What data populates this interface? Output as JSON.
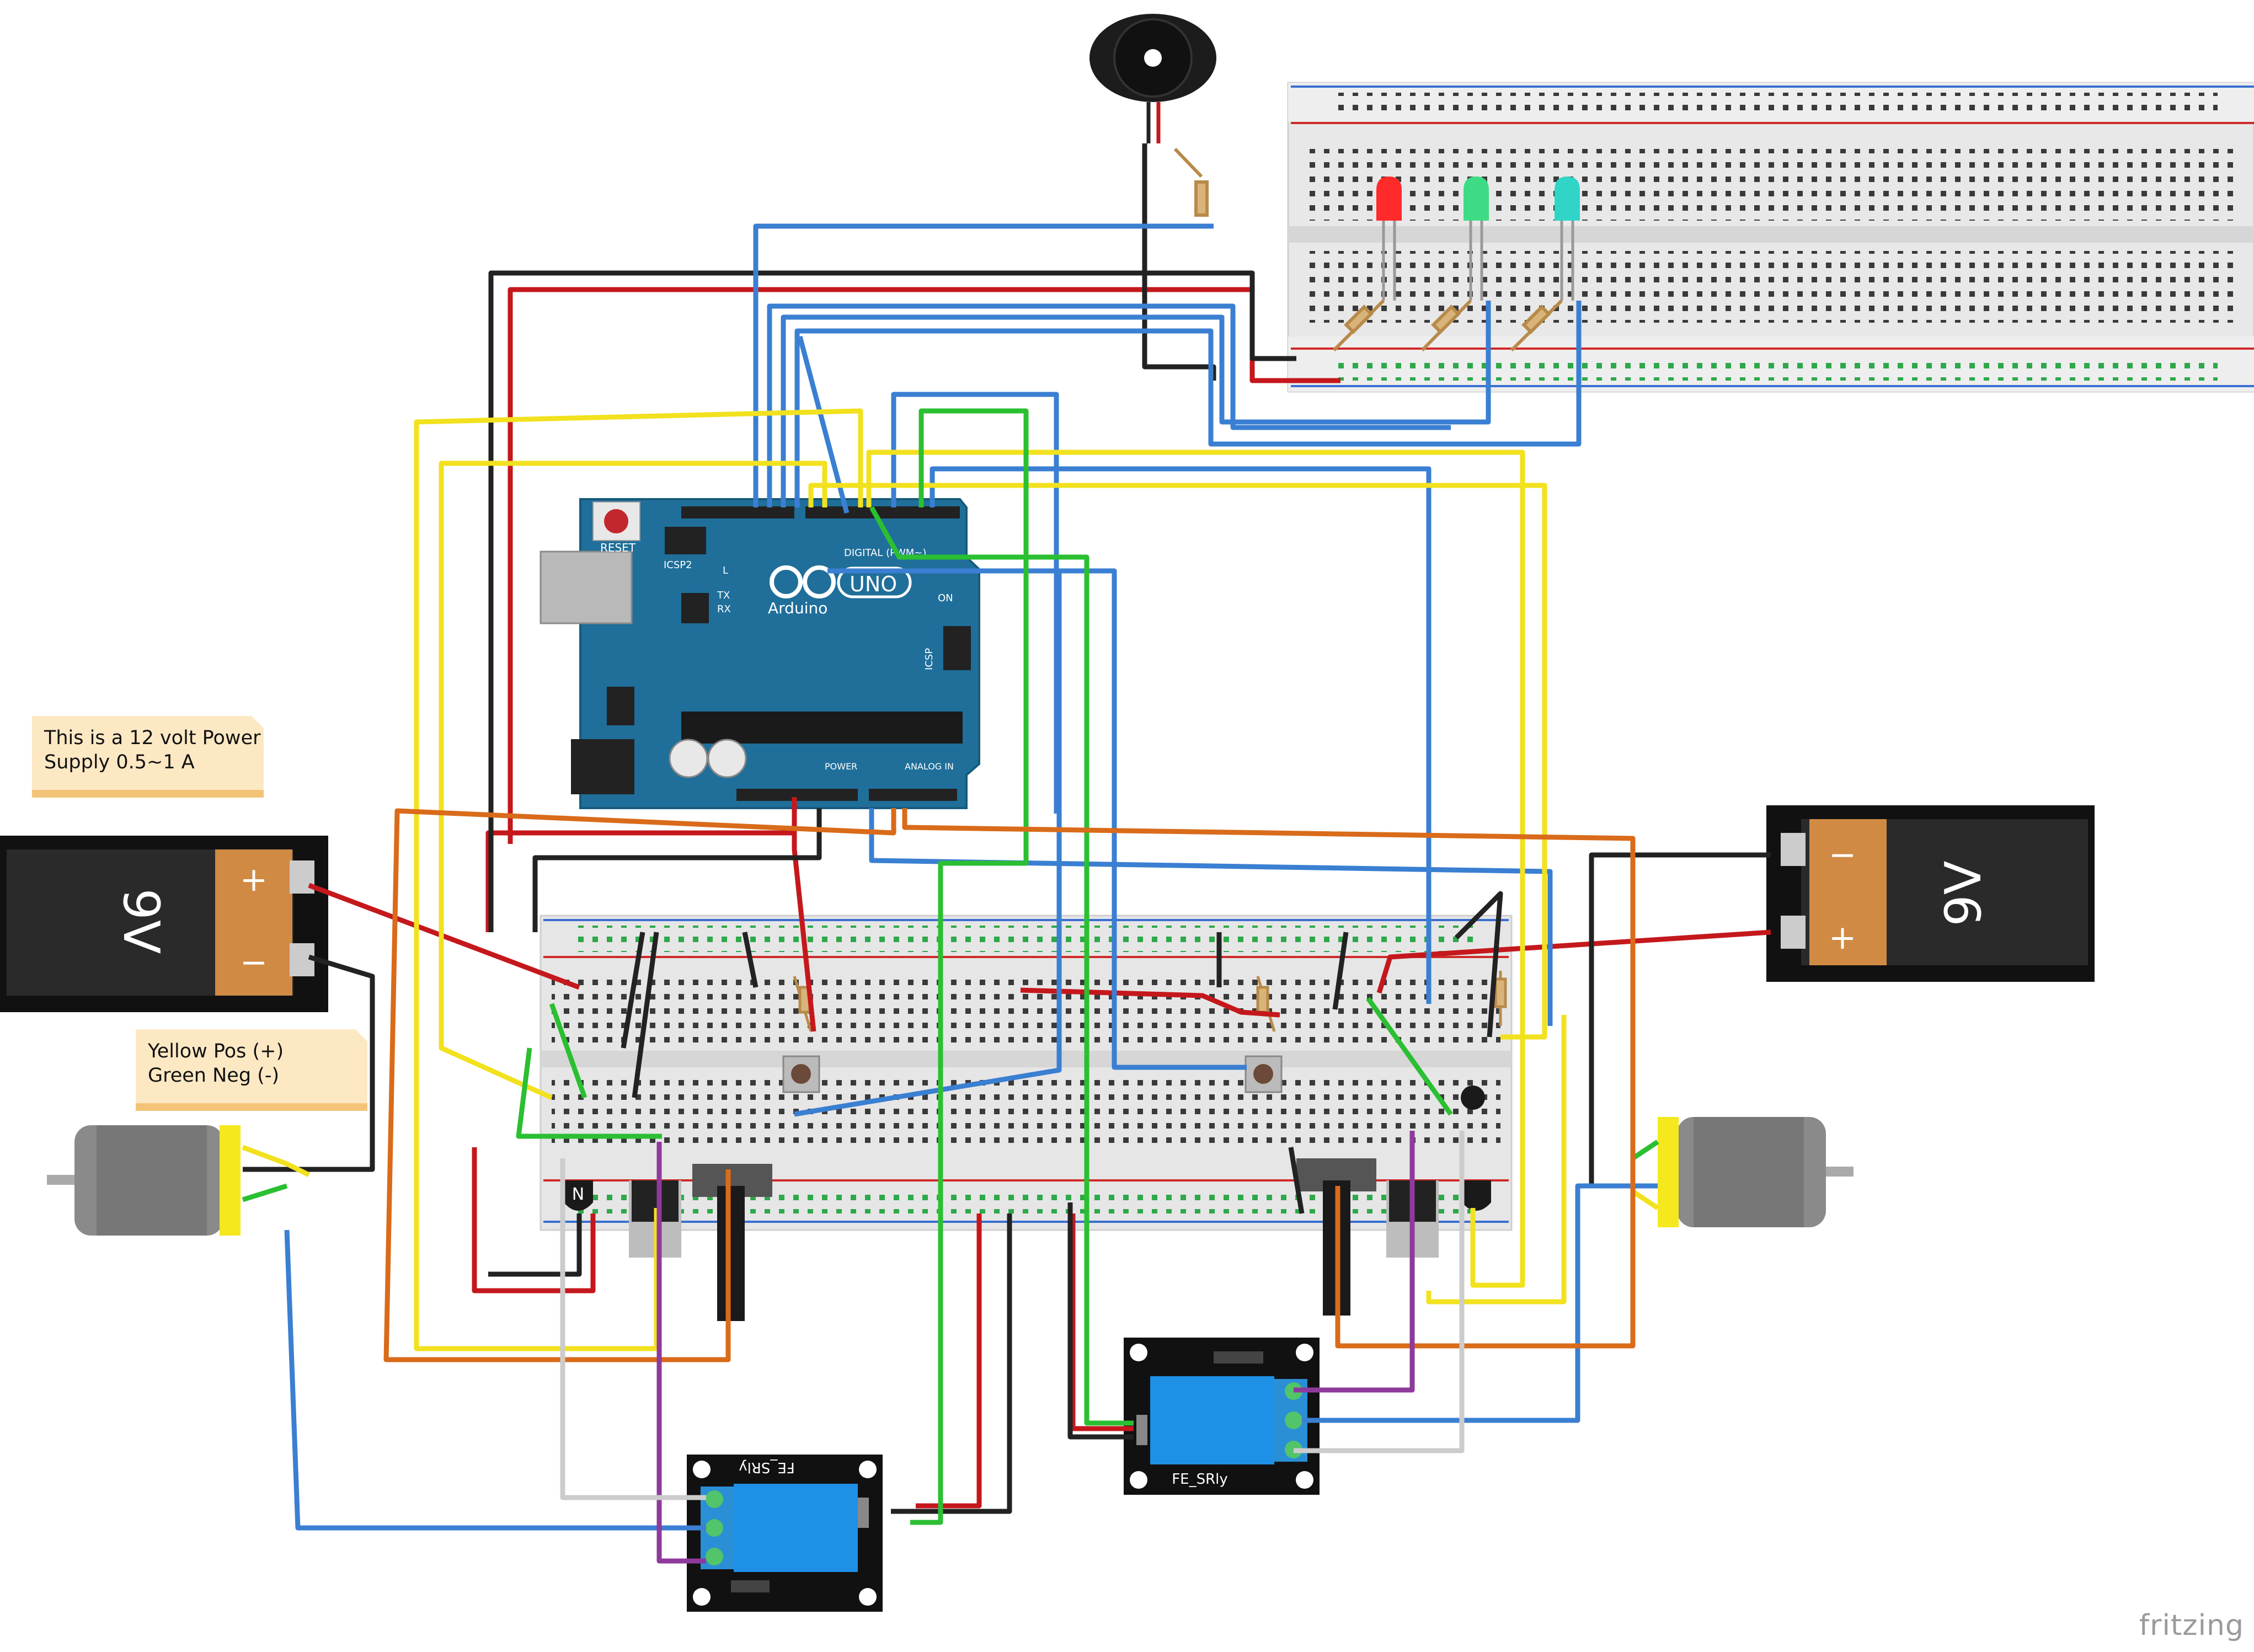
{
  "notes": {
    "power_supply": {
      "line1": "This is a 12 volt Power",
      "line2": "Supply 0.5~1 A"
    },
    "motor_polarity": {
      "line1": "Yellow Pos (+)",
      "line2": "Green Neg (-)"
    }
  },
  "arduino": {
    "logo_text": "Arduino",
    "model": "UNO",
    "reset_label": "RESET",
    "icsp2_label": "ICSP2",
    "icsp_label": "ICSP",
    "digital_label": "DIGITAL (PWM~)",
    "power_label": "POWER",
    "analog_label": "ANALOG IN",
    "on_label": "ON",
    "l_label": "L",
    "tx_label": "TX",
    "rx_label": "RX"
  },
  "batteries": {
    "left": {
      "label": "9V",
      "plus": "+",
      "minus": "−"
    },
    "right": {
      "label": "9V",
      "plus": "+",
      "minus": "−"
    }
  },
  "relays": {
    "left": {
      "label": "FE_SRly"
    },
    "right": {
      "label": "FE_SRly"
    }
  },
  "transistor_label": "N",
  "watermark": "fritzing",
  "colors": {
    "wire_red": "#c4181c",
    "wire_black": "#222222",
    "wire_blue": "#3a7fd2",
    "wire_yellow": "#f2e11e",
    "wire_green": "#2bbf32",
    "wire_orange": "#d96b1a",
    "wire_purple": "#8e3a9c",
    "wire_grey": "#cccccc",
    "arduino_teal": "#1f6f9a",
    "relay_blue": "#1e90e6",
    "breadboard": "#e6e6e6",
    "led_red": "#ff2a2a",
    "led_green": "#3ddc84",
    "led_cyan": "#30d5c8",
    "battery_orange": "#d08a44"
  },
  "icons": [
    "piezo-buzzer-icon",
    "dc-motor-icon",
    "battery-9v-icon",
    "led-icon",
    "resistor-icon",
    "push-button-icon",
    "potentiometer-icon",
    "voltage-regulator-icon",
    "transistor-icon"
  ]
}
